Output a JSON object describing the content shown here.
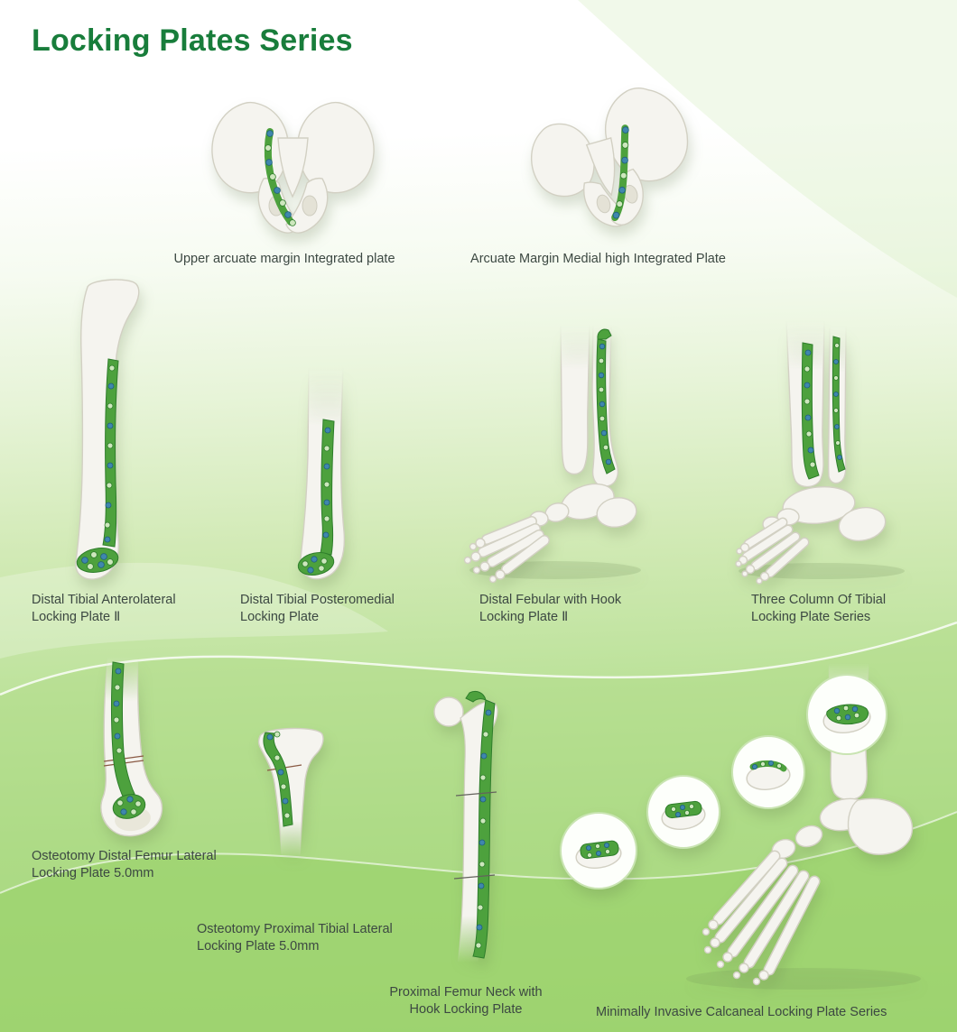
{
  "page": {
    "title": "Locking Plates Series"
  },
  "colors": {
    "title_green": "#187d3b",
    "label_text": "#3c4842",
    "plate_green": "#4da13d",
    "screw_blue": "#3f87ad",
    "background_green": "#9cd470"
  },
  "products": [
    {
      "label": "Upper arcuate margin Integrated plate",
      "lines": [
        "Upper arcuate margin Integrated plate"
      ]
    },
    {
      "label": "Arcuate Margin Medial high Integrated Plate",
      "lines": [
        "Arcuate Margin Medial high Integrated Plate"
      ]
    },
    {
      "label": "Distal Tibial Anterolateral Locking Plate Ⅱ",
      "lines": [
        "Distal Tibial Anterolateral",
        "Locking Plate Ⅱ"
      ]
    },
    {
      "label": "Distal Tibial Posteromedial Locking Plate",
      "lines": [
        "Distal Tibial Posteromedial",
        "Locking Plate"
      ]
    },
    {
      "label": "Distal Febular with Hook Locking Plate Ⅱ",
      "lines": [
        "Distal Febular with Hook",
        "Locking Plate Ⅱ"
      ]
    },
    {
      "label": "Three Column Of Tibial Locking Plate Series",
      "lines": [
        "Three Column Of Tibial",
        "Locking Plate Series"
      ]
    },
    {
      "label": "Osteotomy Distal Femur Lateral Locking Plate 5.0mm",
      "lines": [
        "Osteotomy Distal Femur Lateral",
        "Locking Plate 5.0mm"
      ]
    },
    {
      "label": "Osteotomy Proximal Tibial Lateral Locking Plate 5.0mm",
      "lines": [
        "Osteotomy Proximal Tibial Lateral",
        "Locking Plate 5.0mm"
      ]
    },
    {
      "label": "Proximal Femur Neck with Hook Locking Plate",
      "lines": [
        "Proximal Femur Neck with",
        "Hook Locking Plate"
      ]
    },
    {
      "label": "Minimally Invasive Calcaneal Locking Plate Series",
      "lines": [
        "Minimally Invasive Calcaneal Locking Plate Series"
      ]
    }
  ]
}
